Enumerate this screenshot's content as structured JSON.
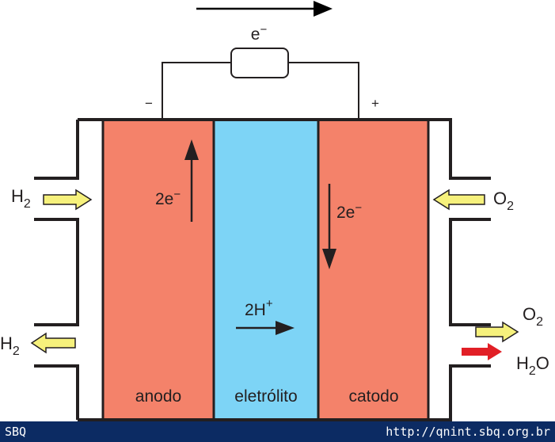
{
  "labels": {
    "electron": "e−",
    "minus": "−",
    "plus": "+",
    "anode_electrons": "2e−",
    "cathode_electrons": "2e−",
    "protons": "2H+",
    "anode": "anodo",
    "electrolyte": "eletrólito",
    "cathode": "catodo",
    "h2_in": "H2",
    "h2_out": "H2",
    "o2_in": "O2",
    "o2_out": "O2",
    "h2o_out": "H2O"
  },
  "colors": {
    "electrode": "#f4826a",
    "electrolyte": "#7dd4f6",
    "gas_arrow": "#f6f17c",
    "water_arrow": "#e11f26",
    "footer": "#0c2b63"
  },
  "footer": {
    "left": "SBQ",
    "right": "http://qnint.sbq.org.br"
  }
}
